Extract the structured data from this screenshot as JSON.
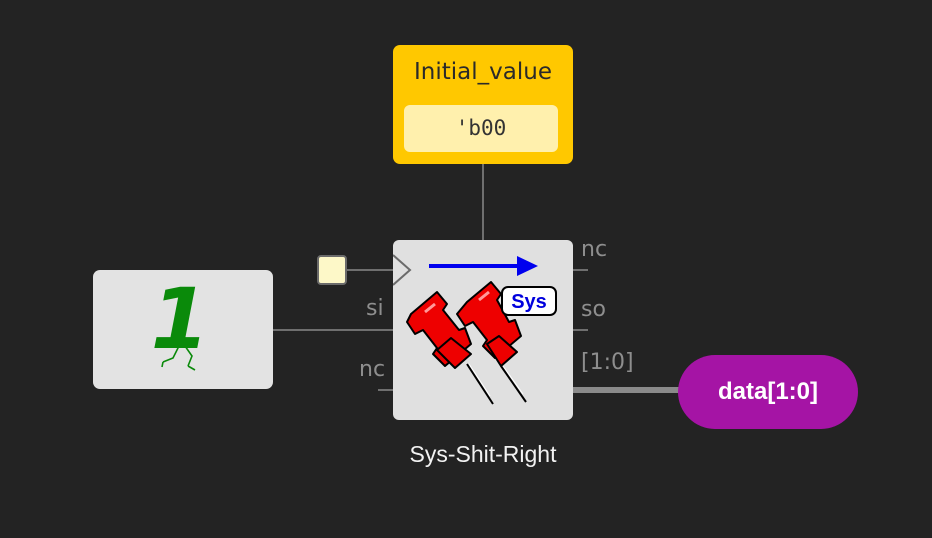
{
  "initial_value": {
    "title": "Initial_value",
    "value": "'b00"
  },
  "constant": {
    "value": "1"
  },
  "shift_register": {
    "name": "Sys-Shit-Right",
    "badge": "Sys",
    "ports": {
      "si": "si",
      "nc_left": "nc",
      "nc_right": "nc",
      "so": "so",
      "data_range": "[1:0]"
    }
  },
  "output": {
    "label": "data[1:0]"
  },
  "colors": {
    "background": "#232323",
    "initial_value_block": "#ffc800",
    "initial_value_field": "#fff0ad",
    "block": "#e0e0e0",
    "output_pill": "#a514a5",
    "pin": "#e00000",
    "arrow": "#0000ee",
    "constant_glyph": "#0a8a0a",
    "wire": "#6f6f6f"
  },
  "icons": {
    "shift_register": "red-push-pins-icon",
    "direction": "arrow-right-icon",
    "constant": "walking-one-icon",
    "clock": "clock-triangle-icon"
  }
}
